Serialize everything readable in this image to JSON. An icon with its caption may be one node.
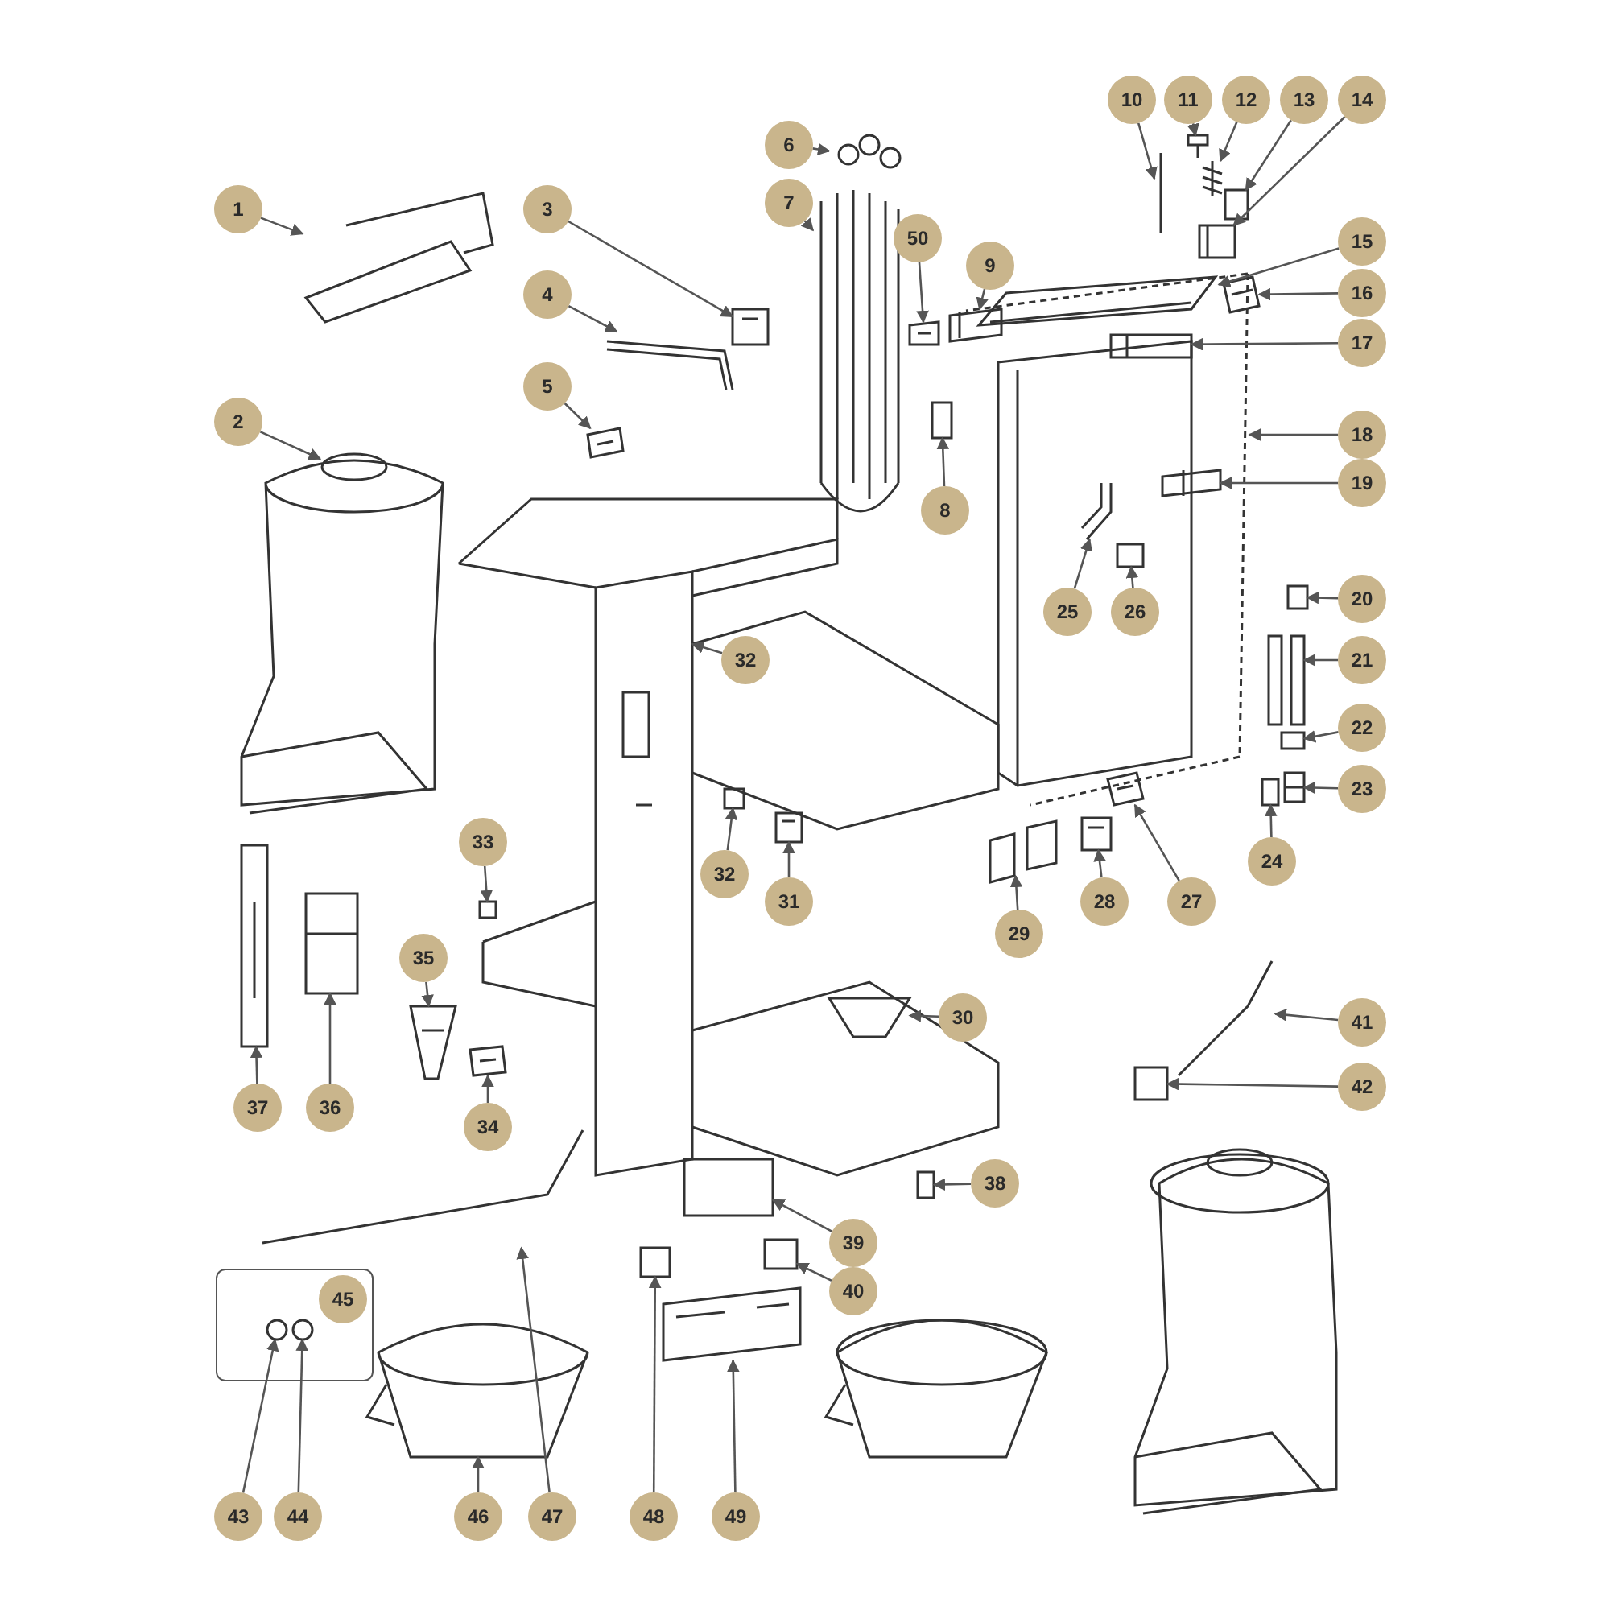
{
  "diagram": {
    "nodes": [
      {
        "text": [
          "1"
        ]
      },
      {
        "text": [
          "2"
        ]
      },
      {
        "text": [
          "3"
        ]
      },
      {
        "text": [
          "4"
        ]
      },
      {
        "text": [
          "5"
        ]
      },
      {
        "text": [
          "6"
        ]
      },
      {
        "text": [
          "7"
        ]
      },
      {
        "text": [
          "8"
        ]
      },
      {
        "text": [
          "9"
        ]
      },
      {
        "text": [
          "10"
        ]
      },
      {
        "text": [
          "11"
        ]
      },
      {
        "text": [
          "12"
        ]
      },
      {
        "text": [
          "13"
        ]
      },
      {
        "text": [
          "14"
        ]
      },
      {
        "text": [
          "15"
        ]
      },
      {
        "text": [
          "16"
        ]
      },
      {
        "text": [
          "17"
        ]
      },
      {
        "text": [
          "18"
        ]
      },
      {
        "text": [
          "19"
        ]
      },
      {
        "text": [
          "20"
        ]
      },
      {
        "text": [
          "21"
        ]
      },
      {
        "text": [
          "22"
        ]
      },
      {
        "text": [
          "23"
        ]
      },
      {
        "text": [
          "24"
        ]
      },
      {
        "text": [
          "25"
        ]
      },
      {
        "text": [
          "26"
        ]
      },
      {
        "text": [
          "27"
        ]
      },
      {
        "text": [
          "28"
        ]
      },
      {
        "text": [
          "29"
        ]
      },
      {
        "text": [
          "30"
        ]
      },
      {
        "text": [
          "31"
        ]
      },
      {
        "text": [
          "32"
        ]
      },
      {
        "text": [
          "32"
        ]
      },
      {
        "text": [
          "33"
        ]
      },
      {
        "text": [
          "34"
        ]
      },
      {
        "text": [
          "35"
        ]
      },
      {
        "text": [
          "36"
        ]
      },
      {
        "text": [
          "37"
        ]
      },
      {
        "text": [
          "38"
        ]
      },
      {
        "text": [
          "39"
        ]
      },
      {
        "text": [
          "40"
        ]
      },
      {
        "text": [
          "41"
        ]
      },
      {
        "text": [
          "42"
        ]
      },
      {
        "text": [
          "43"
        ]
      },
      {
        "text": [
          "44"
        ]
      },
      {
        "text": [
          "45"
        ]
      },
      {
        "text": [
          "46"
        ]
      },
      {
        "text": [
          "47"
        ]
      },
      {
        "text": [
          "48"
        ]
      },
      {
        "text": [
          "49"
        ]
      },
      {
        "text": [
          "50"
        ]
      },
      {
        "text": [],
        "shape": "picture"
      },
      {
        "text": [],
        "shape": "picture"
      },
      {
        "text": [],
        "shape": "picture"
      },
      {
        "text": [],
        "shape": "picture"
      },
      {
        "text": [],
        "shape": "picture"
      },
      {
        "text": [],
        "shape": "picture"
      },
      {
        "text": [],
        "shape": "picture"
      },
      {
        "text": [],
        "shape": "box"
      },
      {
        "text": [],
        "shape": "picture"
      },
      {
        "text": [],
        "shape": "picture"
      },
      {
        "text": [],
        "shape": "picture"
      },
      {
        "text": [],
        "shape": "picture"
      },
      {
        "text": [],
        "shape": "box"
      },
      {
        "text": [],
        "shape": "picture"
      },
      {
        "text": [],
        "shape": "picture"
      },
      {
        "text": [],
        "shape": "picture"
      },
      {
        "text": [],
        "shape": "picture"
      },
      {
        "text": [],
        "shape": "picture"
      },
      {
        "text": [],
        "shape": "picture"
      },
      {
        "text": [],
        "shape": "box"
      },
      {
        "text": [],
        "shape": "picture"
      },
      {
        "text": [],
        "shape": "box"
      },
      {
        "text": [],
        "shape": "picture"
      },
      {
        "text": [],
        "shape": "box"
      },
      {
        "text": [],
        "shape": "picture"
      },
      {
        "text": [],
        "shape": "box"
      },
      {
        "text": [],
        "shape": "picture"
      },
      {
        "text": [],
        "shape": "picture"
      },
      {
        "text": [],
        "shape": "picture"
      },
      {
        "text": [],
        "shape": "picture"
      },
      {
        "text": [],
        "shape": "picture"
      },
      {
        "text": [],
        "shape": "picture"
      },
      {
        "text": [],
        "shape": "box"
      },
      {
        "text": [],
        "shape": "box"
      },
      {
        "text": [],
        "shape": "picture"
      },
      {
        "text": [],
        "shape": "picture"
      },
      {
        "text": [],
        "shape": "picture"
      },
      {
        "text": [],
        "shape": "picture"
      },
      {
        "text": [],
        "shape": "box"
      },
      {
        "text": [],
        "shape": "box"
      },
      {
        "text": [],
        "shape": "box"
      },
      {
        "text": [],
        "shape": "picture"
      },
      {
        "text": [],
        "shape": "box"
      },
      {
        "text": [],
        "shape": "picture"
      },
      {
        "text": [],
        "shape": "picture"
      },
      {
        "text": [],
        "shape": "picture"
      },
      {
        "text": [],
        "shape": "picture"
      },
      {
        "text": [],
        "shape": "box"
      },
      {
        "text": [],
        "shape": "picture"
      },
      {
        "text": [],
        "shape": "picture"
      }
    ],
    "edges": [
      {
        "from": 0,
        "to": 51,
        "arrow": "to"
      },
      {
        "from": 1,
        "to": 52,
        "arrow": "to"
      },
      {
        "from": 2,
        "to": 53,
        "arrow": "to"
      },
      {
        "from": 3,
        "to": 54,
        "arrow": "to"
      },
      {
        "from": 4,
        "to": 55,
        "arrow": "to"
      },
      {
        "from": 5,
        "to": 56,
        "arrow": "to"
      },
      {
        "from": 6,
        "to": 57,
        "arrow": "to"
      },
      {
        "from": 7,
        "to": 58,
        "arrow": "to"
      },
      {
        "from": 8,
        "to": 59,
        "arrow": "to"
      },
      {
        "from": 9,
        "to": 60,
        "arrow": "to"
      },
      {
        "from": 10,
        "to": 61,
        "arrow": "to"
      },
      {
        "from": 11,
        "to": 62,
        "arrow": "to"
      },
      {
        "from": 12,
        "to": 63,
        "arrow": "to"
      },
      {
        "from": 13,
        "to": 64,
        "arrow": "to"
      },
      {
        "from": 14,
        "to": 65,
        "arrow": "to"
      },
      {
        "from": 15,
        "to": 66,
        "arrow": "to"
      },
      {
        "from": 16,
        "to": 67,
        "arrow": "to"
      },
      {
        "from": 17,
        "to": 68,
        "arrow": "to"
      },
      {
        "from": 18,
        "to": 69,
        "arrow": "to"
      },
      {
        "from": 19,
        "to": 70,
        "arrow": "to"
      },
      {
        "from": 20,
        "to": 71,
        "arrow": "to"
      },
      {
        "from": 21,
        "to": 72,
        "arrow": "to"
      },
      {
        "from": 22,
        "to": 73,
        "arrow": "to"
      },
      {
        "from": 23,
        "to": 74,
        "arrow": "to"
      },
      {
        "from": 24,
        "to": 75,
        "arrow": "to"
      },
      {
        "from": 25,
        "to": 76,
        "arrow": "to"
      },
      {
        "from": 26,
        "to": 77,
        "arrow": "to"
      },
      {
        "from": 27,
        "to": 78,
        "arrow": "to"
      },
      {
        "from": 28,
        "to": 79,
        "arrow": "to"
      },
      {
        "from": 29,
        "to": 80,
        "arrow": "to"
      },
      {
        "from": 30,
        "to": 81,
        "arrow": "to"
      },
      {
        "from": 31,
        "to": 82,
        "arrow": "to"
      },
      {
        "from": 32,
        "to": 83,
        "arrow": "to"
      },
      {
        "from": 33,
        "to": 84,
        "arrow": "to"
      },
      {
        "from": 34,
        "to": 85,
        "arrow": "to"
      },
      {
        "from": 35,
        "to": 86,
        "arrow": "to"
      },
      {
        "from": 36,
        "to": 87,
        "arrow": "to"
      },
      {
        "from": 37,
        "to": 88,
        "arrow": "to"
      },
      {
        "from": 38,
        "to": 89,
        "arrow": "to"
      },
      {
        "from": 39,
        "to": 90,
        "arrow": "to"
      },
      {
        "from": 40,
        "to": 91,
        "arrow": "to"
      },
      {
        "from": 41,
        "to": 92,
        "arrow": "to"
      },
      {
        "from": 42,
        "to": 93,
        "arrow": "to"
      },
      {
        "from": 43,
        "to": 94,
        "arrow": "to"
      },
      {
        "from": 44,
        "to": 95,
        "arrow": "to"
      },
      {
        "from": 46,
        "to": 96,
        "arrow": "to"
      },
      {
        "from": 47,
        "to": 97,
        "arrow": "to"
      },
      {
        "from": 48,
        "to": 98,
        "arrow": "to"
      },
      {
        "from": 49,
        "to": 99,
        "arrow": "to"
      },
      {
        "from": 50,
        "to": 100,
        "arrow": "to"
      }
    ]
  }
}
